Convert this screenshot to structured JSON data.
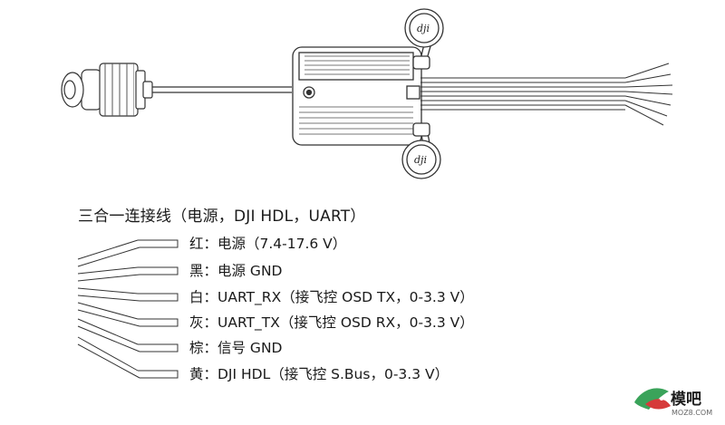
{
  "title": "三合一连接线（电源，DJI HDL，UART）",
  "wires": [
    {
      "label": "红：电源（7.4-17.6 V）"
    },
    {
      "label": "黑：电源 GND"
    },
    {
      "label": "白：UART_RX（接飞控 OSD TX，0-3.3 V）"
    },
    {
      "label": "灰：UART_TX（接飞控 OSD RX，0-3.3 V）"
    },
    {
      "label": "棕：信号 GND"
    },
    {
      "label": "黄：DJI HDL（接飞控 S.Bus，0-3.3 V）"
    }
  ],
  "logo_text": "dji",
  "watermark": {
    "text": "模吧",
    "sub": "MOZ8.COM"
  },
  "colors": {
    "line": "#333333",
    "wire_body": "#ffffff",
    "watermark_red": "#d63a3a",
    "watermark_green": "#3aa35a"
  }
}
